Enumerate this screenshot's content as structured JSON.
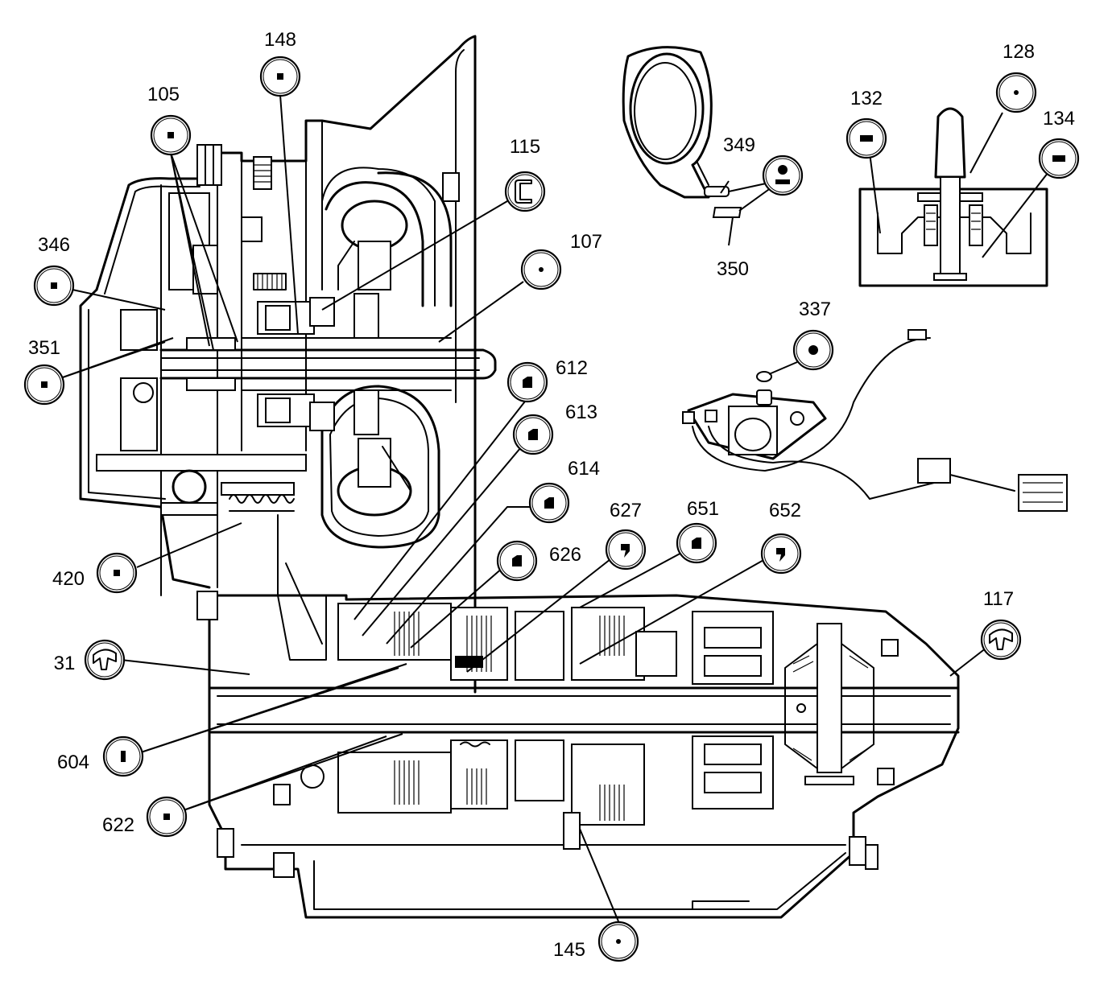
{
  "diagram": {
    "callouts": [
      {
        "id": "148",
        "label": "148",
        "symbol": "square"
      },
      {
        "id": "105",
        "label": "105",
        "symbol": "square"
      },
      {
        "id": "115",
        "label": "115",
        "symbol": "seal-c"
      },
      {
        "id": "107",
        "label": "107",
        "symbol": "dot"
      },
      {
        "id": "346",
        "label": "346",
        "symbol": "square"
      },
      {
        "id": "351",
        "label": "351",
        "symbol": "square"
      },
      {
        "id": "612",
        "label": "612",
        "symbol": "quarter"
      },
      {
        "id": "613",
        "label": "613",
        "symbol": "quarter"
      },
      {
        "id": "614",
        "label": "614",
        "symbol": "quarter"
      },
      {
        "id": "627",
        "label": "627",
        "symbol": "comma"
      },
      {
        "id": "651",
        "label": "651",
        "symbol": "quarter"
      },
      {
        "id": "652",
        "label": "652",
        "symbol": "comma"
      },
      {
        "id": "626",
        "label": "626",
        "symbol": "quarter"
      },
      {
        "id": "420",
        "label": "420",
        "symbol": "square"
      },
      {
        "id": "31",
        "label": "31",
        "symbol": "lip-seal"
      },
      {
        "id": "117",
        "label": "117",
        "symbol": "lip-seal"
      },
      {
        "id": "604",
        "label": "604",
        "symbol": "bar"
      },
      {
        "id": "622",
        "label": "622",
        "symbol": "square"
      },
      {
        "id": "145",
        "label": "145",
        "symbol": "dot"
      },
      {
        "id": "349",
        "label": "349",
        "symbol": "dot-bar"
      },
      {
        "id": "350",
        "label": "350",
        "symbol": "none"
      },
      {
        "id": "337",
        "label": "337",
        "symbol": "dot-big"
      },
      {
        "id": "128",
        "label": "128",
        "symbol": "dot"
      },
      {
        "id": "132",
        "label": "132",
        "symbol": "rect"
      },
      {
        "id": "134",
        "label": "134",
        "symbol": "rect"
      }
    ]
  }
}
